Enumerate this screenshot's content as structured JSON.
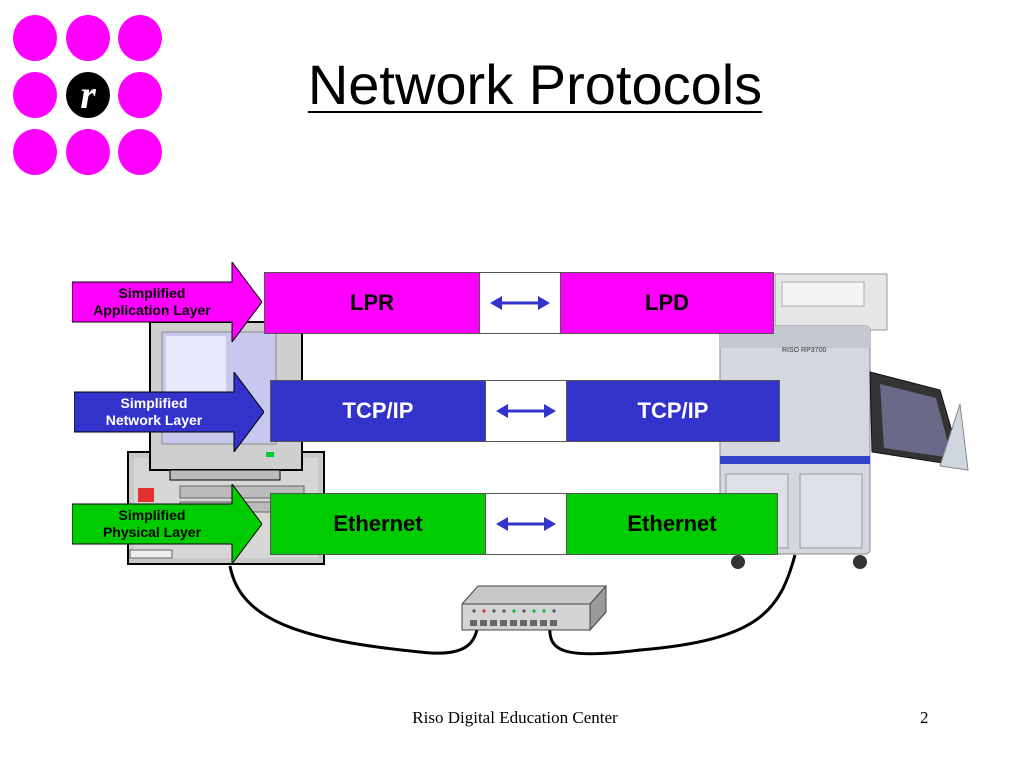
{
  "slide": {
    "title": "Network Protocols",
    "footer": "Riso Digital Education Center",
    "page_number": "2"
  },
  "logo": {
    "icon": "riso-logo-icon",
    "dot_color": "#ff00ff"
  },
  "layers": [
    {
      "label_line1": "Simplified",
      "label_line2": "Application Layer",
      "arrow_color": "#ff00ff",
      "left": "LPR",
      "right": "LPD",
      "row_color": "#ff00ff",
      "text_color": "#000000"
    },
    {
      "label_line1": "Simplified",
      "label_line2": "Network Layer",
      "arrow_color": "#3333cc",
      "left": "TCP/IP",
      "right": "TCP/IP",
      "row_color": "#3333cc",
      "text_color": "#ffffff"
    },
    {
      "label_line1": "Simplified",
      "label_line2": "Physical Layer",
      "arrow_color": "#00cc00",
      "left": "Ethernet",
      "right": "Ethernet",
      "row_color": "#00cc00",
      "text_color": "#000000"
    }
  ],
  "devices": {
    "computer_icon": "desktop-computer-icon",
    "printer_icon": "riso-printer-icon",
    "hub_icon": "network-hub-icon",
    "arrow_icon": "double-arrow-icon"
  }
}
